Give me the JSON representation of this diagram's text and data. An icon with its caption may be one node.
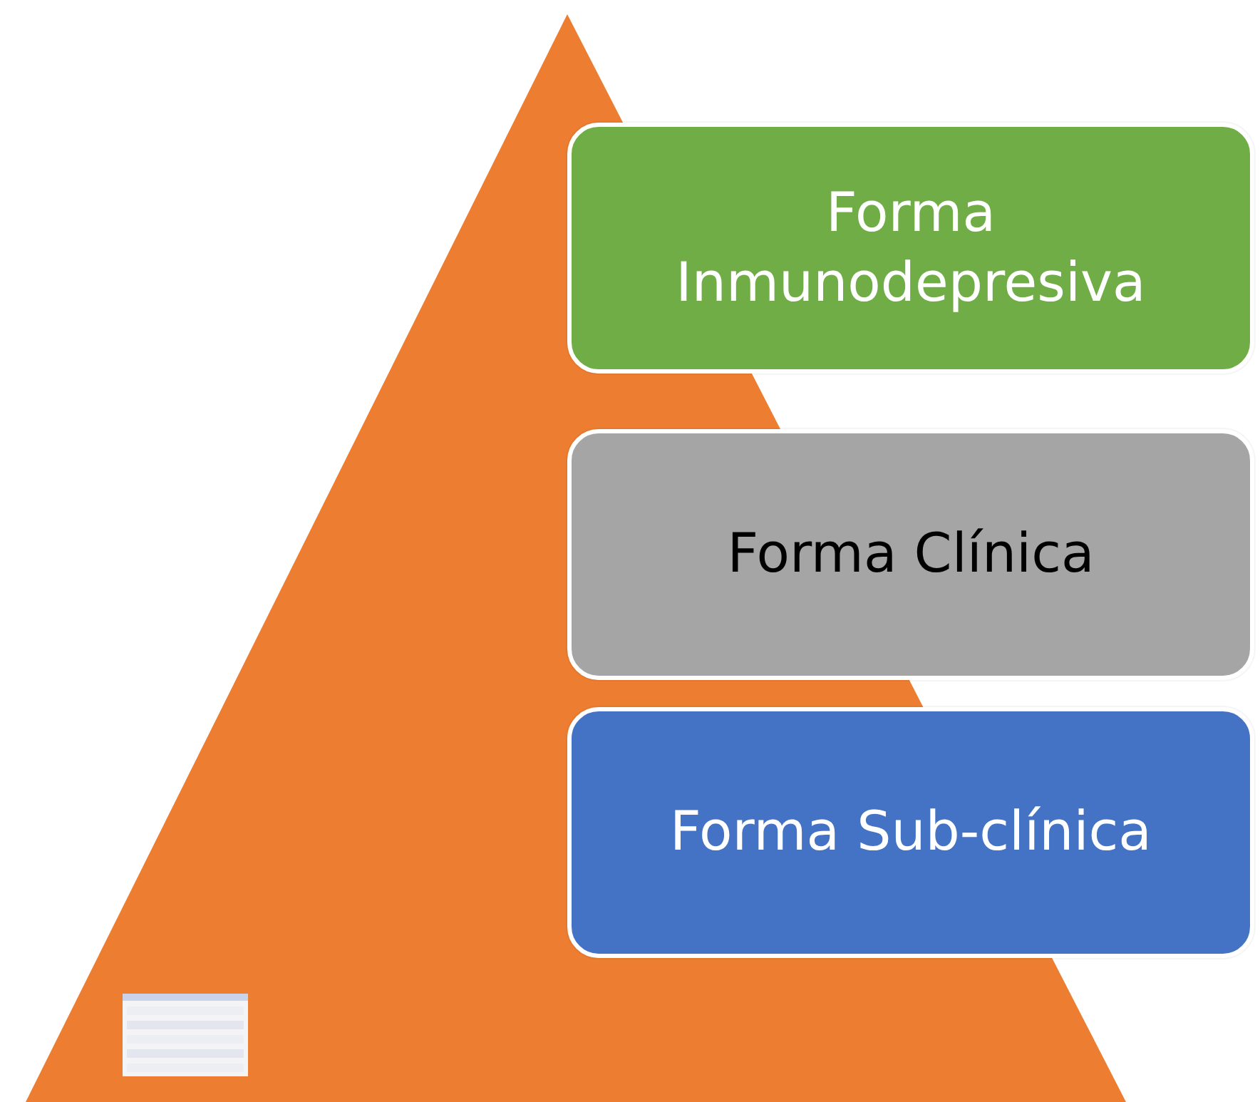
{
  "diagram": {
    "nodes": [
      {
        "text": [
          "Forma Inmunodepresiva"
        ]
      },
      {
        "text": [
          "Forma Clínica"
        ]
      },
      {
        "text": [
          "Forma Sub-clínica"
        ]
      }
    ]
  }
}
